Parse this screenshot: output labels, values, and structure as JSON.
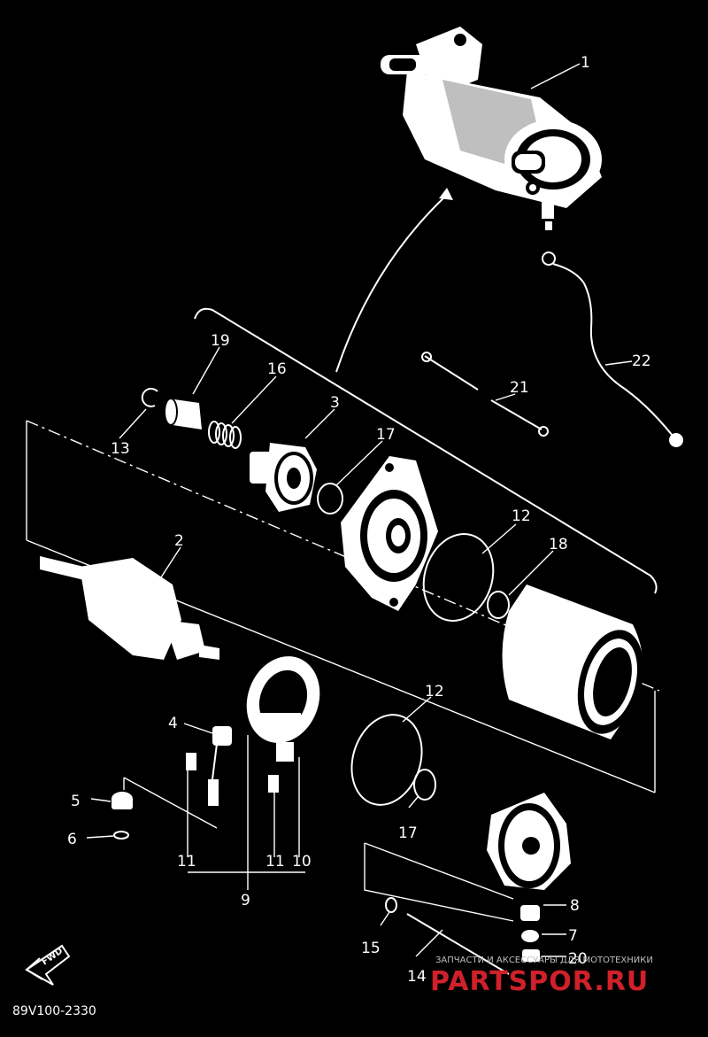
{
  "diagram": {
    "drawing_code": "89V100-2330",
    "direction_tag": "FWD",
    "callouts": [
      "1",
      "2",
      "3",
      "4",
      "5",
      "6",
      "7",
      "8",
      "9",
      "10",
      "11",
      "11",
      "12",
      "12",
      "13",
      "14",
      "15",
      "16",
      "17",
      "17",
      "18",
      "19",
      "20",
      "21",
      "22"
    ]
  },
  "watermark": {
    "brand": "PARTSPOR.RU",
    "tagline": "ЗАПЧАСТИ И АКСЕССУАРЫ ДЛЯ МОТОТЕХНИКИ"
  }
}
